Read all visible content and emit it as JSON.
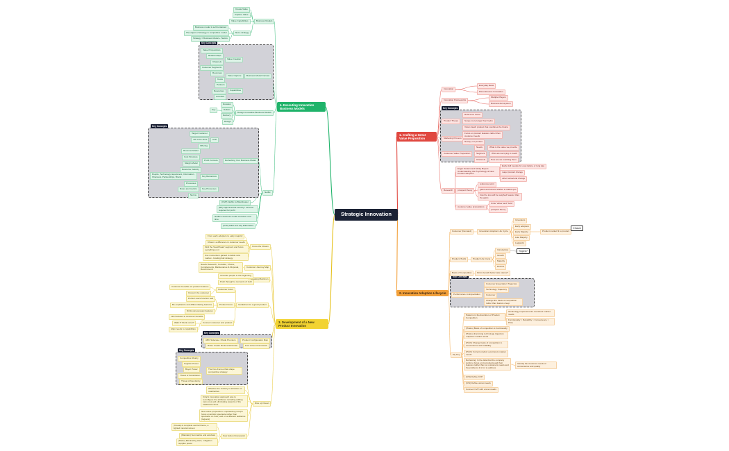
{
  "title": "Strategic Innovation",
  "colors": {
    "red": "#e0473f",
    "orange": "#f2a03a",
    "yellow": "#f2d331",
    "green": "#1fb36a",
    "root": "#1b2234"
  },
  "key_concepts_label": "Key Concepts",
  "nodes": {
    "root": "Strategic Innovation",
    "b1": "1. Crafting a Great Value Proposition",
    "b1_innovation": "Innovation",
    "b1_everyday": "Everyday ideas",
    "b1_discontinuous": "Discontinuous Innovation",
    "b1_frameworks": "Innovation Frameworks",
    "b1_multiple": "Multiple Players",
    "b1_ecosystem": "Business Ecosystem",
    "b1_product_theory": "Product Theory",
    "b1_pt1": "Reference frame",
    "b1_pt2": "Scope more larger than hydro",
    "b1_pt3": "Vision: Each product that combines the brains",
    "b1_marketing": "Marketing Process",
    "b1_m1": "Focus on product features rather than customer needs",
    "b1_m2": "Needy, not product",
    "b1_cvp": "Customer Value Proposition",
    "b1_needs": "Needs",
    "b1_needs_d": "What is the value we provide",
    "b1_segment": "Segment",
    "b1_segment_d": "Who are we trying to reach",
    "b1_channels": "Channels",
    "b1_channels_d": "How are we reaching them",
    "b1_research": "Research",
    "b1_r_head": "Eager Setters and Sticky Buyers Understanding the Psychology of New Product Adoption",
    "b1_r1": "Early skill: people for over-failure or long tale",
    "b1_r2": "major product change",
    "b1_r3": "other behavioral change",
    "b1_prospect": "prospect theory",
    "b1_p1": "reference point",
    "b1_p2": "gains and losses relative to status quo",
    "b1_p3": "how the loss will be weighed heavier than the gains",
    "b1_cvp2": "customer value propositions",
    "b1_c1": "Unite 'Value' and 'Sold'",
    "b1_c2": "prospect theory",
    "b2": "2. Innovation Adoption Lifecycle",
    "b2_demand": "Customer (Demand)",
    "b2_adoption": "Innovation Adoption Life Cycle",
    "b2_a1": "Innovators",
    "b2_a2": "Early adopters",
    "b2_a3": "Early Majority",
    "b2_a4": "Late Majority",
    "b2_a5": "Laggards",
    "b2_market": "Product market fit to product",
    "b2_chasm": "Chasm",
    "b2_supply": "Product (Tech)",
    "b2_plc": "Product Life Cycle",
    "b2_plc1": "Introduction",
    "b2_plc2": "Growth",
    "b2_plc3": "Maturity",
    "b2_plc4": "Decline",
    "b2_tipped": "Tipped?",
    "b2_comp": "Basis of Competition",
    "b2_comp_d": "Firms benefit better take stance?",
    "b2_perf": "Performance vs Expectation",
    "b2_pe1": "Customer Expectation Trajectory",
    "b2_pe2": "Technology Trajectory",
    "b2_pe3": "Customer",
    "b2_pe4": "Change the basis of competition rather than feature creep",
    "b2_klist": "My Key",
    "b2_k1": "Patterns in the Evolution of Product Competition",
    "b2_k1a": "Technology improvements overshoot market needs",
    "b2_k1b": "Functionality > Reliability > Convenience > Price",
    "b2_k2": "(Hiatus) Basis of competition is functionality",
    "b2_k3": "(Hiatus) Improving technology trajectory outpaces market needs",
    "b2_k4": "(Pitch) Change basis of competition to convenience and reliability",
    "b2_k5": "(Pitch) Current product overshoots market needs",
    "b2_k6": "Reframing: In the data that the company tends to focus on its products and their features rather than on customers needs and the problems it is for to address",
    "b2_k6d": "Identify the customer needs of convenience and quality",
    "b2_k7": "(CSI) Define CVP",
    "b2_k8": "(CSI) Define unmet needs",
    "b2_k9": "Connect CVP with unmet needs",
    "b3": "3. Development of a New Product Innovation",
    "b3_cross": "Cross the Chasm",
    "b3_c1": "From early adopters to early majority",
    "b3_c2": "Chasm: a difference in customer needs",
    "b3_c3": "Find the 'beachhead' segment and focus everything on it",
    "b3_c4": "Use momentum gained to tackle new market - bowling ball strategy",
    "b3_journey": "Customer Journey Map",
    "b3_j1": "Needs Research, Consider, Choice, Complements, Maintenance & Disposal, Recommend",
    "b3_matrix": "Creating Matrimon",
    "b3_m1": "Innovate people in the beginning",
    "b3_m2": "Push through to moments of truth",
    "b3_guide": "Guidelines for a great product",
    "b3_cust_focus": "Customer focus",
    "b3_cf1": "Customer benefits not product features",
    "b3_cf2": "Cross in the customer",
    "b3_prod_focus": "Product focus",
    "b3_pf1": "Perfect users function well",
    "b3_pf2": "Be emphasize and differentiating features",
    "b3_pf3": "Drink unnecessary features",
    "b3_connect": "Connect customer and product",
    "b3_cn1": "Link features to customer benefits",
    "b3_cn2": "Walk IT Work occur?",
    "b3_cn3": "Align needs to capabilities",
    "b3_f1": "ABC Sidecase: Divide Premium",
    "b3_f1b": "Product Configuration Map",
    "b3_f2": "Raise Create Reduce Eliminate",
    "b3_f2b": "Four Action Framework",
    "b3_forces": "The Five Forces that shape competitive strategy",
    "b3_fo1": "Competitive Rivalry",
    "b3_fo2": "Supplier Power",
    "b3_fo3": "Buyer Power",
    "b3_fo4": "Threat of Substitution",
    "b3_fo5": "Threat of New Entry",
    "b3_ocean": "Dice up Ocean",
    "b3_o1": "Whether the industry is attractive or unattractive",
    "b3_o2": "Crisp's innovation approach was to reconfigure the attributes including adding new ones and eliminating aspects of the traditional circus",
    "b3_o3": "New value proposition: emphasizing Crisp's focus on artistic spectacle rather than spectacle on hunt, and on a different audience (legoers)",
    "b3_four": "Four Action Framework",
    "b3_fa1": "(Create) A complete central theme, a lighted musical screen",
    "b3_fa2": "(Maintain) Summarize and acrobats",
    "b3_fa3": "(Raise) Eliminating stars, mitigation supplier power",
    "b4": "4. Executing Innovation Business Models",
    "b4_bm": "Business Models",
    "b4_bm1": "Create Value",
    "b4_bm2": "Capture Value",
    "b4_bm3": "Value Capabilities",
    "b4_strat": "Not a strategy",
    "b4_s1": "Business model is self-contained",
    "b4_s2": "The object of strategy is competitive model",
    "b4_s3": "Strategy = Business Model + Tactics",
    "b4_canvas": "Business Model Canvas",
    "b4_vc": "Value Creation",
    "b4_vc1": "Value Propositions",
    "b4_vc2": "Relationships",
    "b4_vc3": "Channels",
    "b4_vc4": "Customer Segments",
    "b4_vcap": "Value Capture",
    "b4_vcap1": "Revenues",
    "b4_vcap2": "Costs",
    "b4_cap": "Capabilities",
    "b4_cap1": "Partners",
    "b4_cap2": "Resources",
    "b4_cap3": "Activities",
    "b4_design": "Design Innovative Business Models",
    "b4_d_key": "Key",
    "b4_d_pre": "Duration",
    "b4_d1": "Dollars",
    "b4_d2": "Delivery",
    "b4_d3": "Design",
    "b4_refresh": "Refreshing Your Business Model",
    "b4_cvp": "CVP",
    "b4_cvp1": "Target Customer",
    "b4_cvp2": "Job to be done",
    "b4_cvp3": "Offering",
    "b4_pf": "Profit Formula",
    "b4_pf1": "Revenue Model",
    "b4_pf2": "Cost Structure",
    "b4_pf3": "Margin Model",
    "b4_pf4": "Resource Velocity",
    "b4_kr": "Key Resources",
    "b4_kr1": "People, Technology, Equipment, Information, Channels, Partnerships, Brand",
    "b4_kp": "Key Processes",
    "b4_kp1": "Processes",
    "b4_kp2": "Rules and metrics",
    "b4_kp3": "Norms",
    "b4_netflix": "Netflix",
    "b4_n1": "(CVP) Netflix vs Blockbuster",
    "b4_n2": "(RP) high financial velocity / turnover required for profit",
    "b4_n3": "Netflix's business model evolution over time",
    "b4_n4": "(CVP) R&D and why R&D failed"
  }
}
